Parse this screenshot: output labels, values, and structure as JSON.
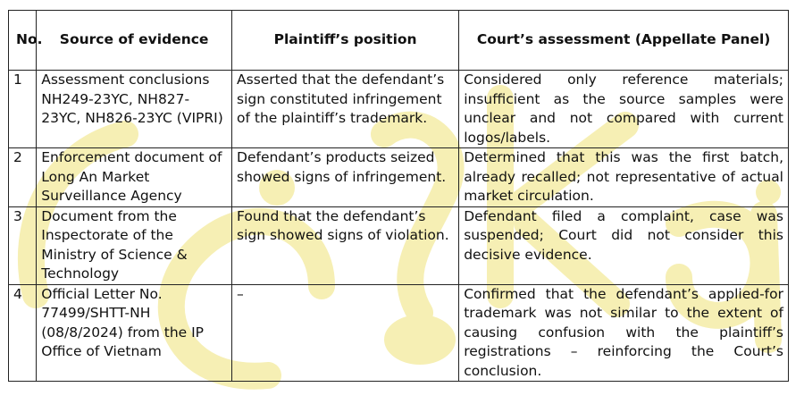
{
  "table": {
    "headers": [
      "No.",
      "Source of evidence",
      "Plaintiff’s position",
      "Court’s assessment (Appellate Panel)"
    ],
    "rows": [
      {
        "no": "1",
        "source": "Assessment conclusions NH249-23YC, NH827-23YC, NH826-23YC (VIPRI)",
        "plaintiff": "Asserted that the defendant’s sign constituted infringement of the plaintiff’s trademark.",
        "court": "Considered only reference materials; insufficient as the source samples were unclear and not compared with current logos/labels."
      },
      {
        "no": "2",
        "source": "Enforcement document of Long An Market Surveillance Agency",
        "plaintiff": "Defendant’s products seized showed signs of infringement.",
        "court": "Determined that this was the first batch, already recalled; not representative of actual market circulation."
      },
      {
        "no": "3",
        "source": "Document from the Inspectorate of the Ministry of Science & Technology",
        "plaintiff": "Found that the defendant’s sign showed signs of violation.",
        "court": "Defendant filed a complaint, case was suspended; Court did not consider this decisive evidence."
      },
      {
        "no": "4",
        "source": "Official Letter No. 77499/SHTT-NH (08/8/2024) from the IP Office of Vietnam",
        "plaintiff": "–",
        "court": "Confirmed that the defendant’s applied-for trademark was not similar to the extent of causing confusion with the plaintiff’s registrations – reinforcing the Court’s conclusion."
      }
    ]
  },
  "colors": {
    "watermark": "#f6efb4",
    "border": "#222222"
  }
}
